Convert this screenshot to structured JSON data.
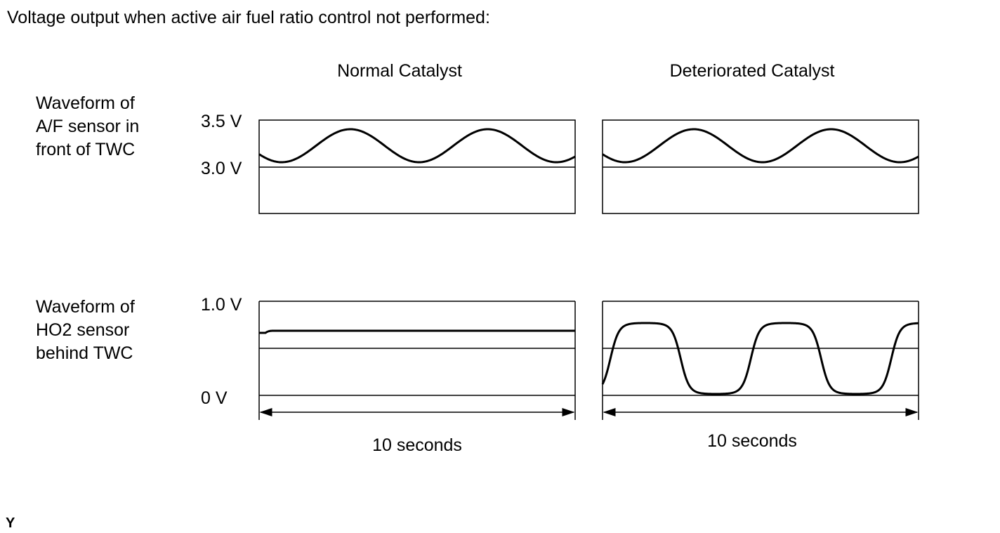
{
  "title": "Voltage output when active air fuel ratio control not performed:",
  "columns": {
    "normal": "Normal Catalyst",
    "deteriorated": "Deteriorated Catalyst"
  },
  "rows": {
    "af_sensor": {
      "label": "Waveform of\nA/F sensor in\nfront of TWC",
      "y_top": "3.5 V",
      "y_mid": "3.0 V"
    },
    "ho2_sensor": {
      "label": "Waveform of\nHO2 sensor\nbehind TWC",
      "y_top": "1.0 V",
      "y_bottom": "0 V"
    }
  },
  "time_span": {
    "normal": "10 seconds",
    "deteriorated": "10 seconds"
  },
  "corner_mark": "Y",
  "colors": {
    "line": "#000000",
    "background": "#ffffff"
  }
}
